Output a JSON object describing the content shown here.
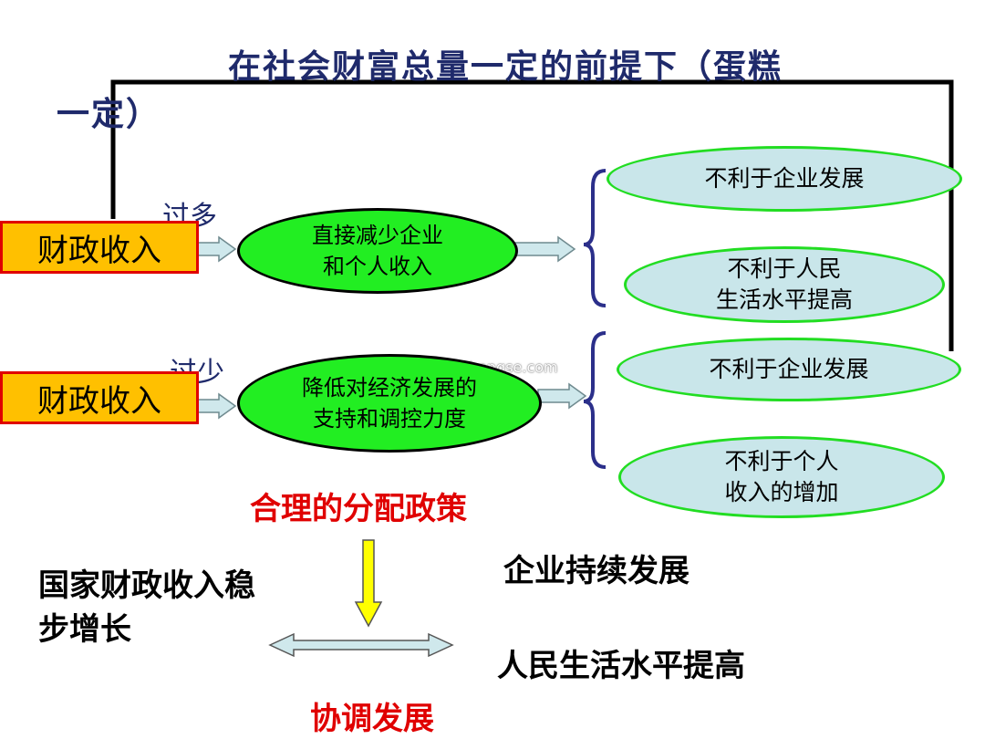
{
  "title_line1": "在社会财富总量一定的前提下（蛋糕",
  "title_line2": "一定）",
  "upper": {
    "condition": "过多",
    "box": "财政收入",
    "effect": [
      "直接减少企业",
      "和个人收入"
    ],
    "results": [
      "不利于企业发展",
      "不利于人民\n生活水平提高"
    ]
  },
  "lower": {
    "condition": "过少",
    "box": "财政收入",
    "effect": [
      "降低对经济发展的",
      "支持和调控力度"
    ],
    "results": [
      "不利于企业发展",
      "不利于个人\n收入的增加"
    ]
  },
  "watermark": "dahongse.com",
  "policy": "合理的分配政策",
  "left_text": [
    "国家财政收入稳",
    "步增长"
  ],
  "right_text": [
    "企业持续发展",
    "人民生活水平提高"
  ],
  "bottom": "协调发展",
  "colors": {
    "title": "#1f2a6b",
    "box_fill": "#ffc000",
    "box_border": "#e00000",
    "effect_fill": "#22ee22",
    "result_fill": "#c9e6ea",
    "result_border": "#22dd22",
    "brace": "#2b2f8a",
    "policy": "#e00000"
  }
}
